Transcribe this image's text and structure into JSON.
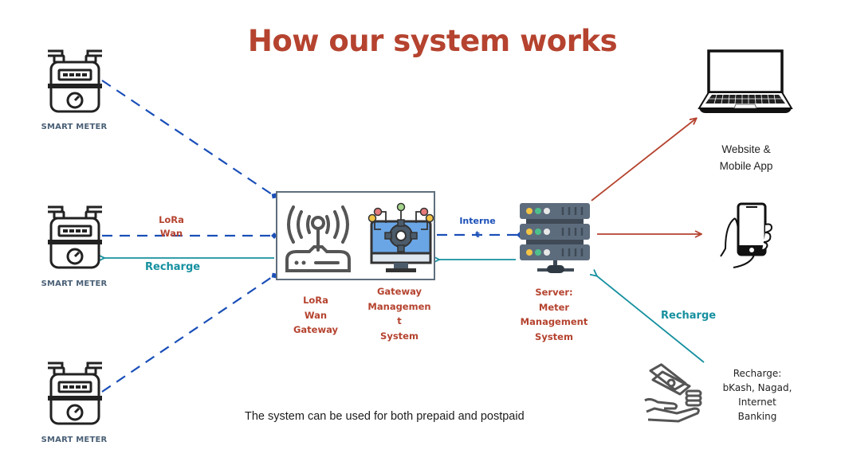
{
  "title": "How our system works",
  "meters": [
    {
      "label": "SMART METER",
      "icon": "gas-meter-icon"
    },
    {
      "label": "SMART METER",
      "icon": "gas-meter-icon"
    },
    {
      "label": "SMART METER",
      "icon": "gas-meter-icon"
    }
  ],
  "links": {
    "lora_wan": "LoRa Wan",
    "lora_wan_lines": [
      "LoRa",
      "Wan"
    ],
    "recharge_left": "Recharge",
    "internet_lines": [
      "Interne",
      "t"
    ],
    "recharge_right": "Recharge"
  },
  "gateway": {
    "router_icon": "wireless-router-icon",
    "mgmt_icon": "gear-monitor-icon",
    "lora_gateway_lines": [
      "LoRa",
      "Wan",
      "Gateway"
    ],
    "mgmt_lines": [
      "Gateway",
      "Managemen",
      "t",
      "System"
    ]
  },
  "server": {
    "icon": "server-rack-icon",
    "label_lines": [
      "Server:",
      "Meter",
      "Management",
      "System"
    ]
  },
  "clients": {
    "laptop_icon": "laptop-icon",
    "phone_icon": "smartphone-hand-icon",
    "app_label_lines": [
      "Website &",
      "Mobile App"
    ]
  },
  "payment": {
    "icon": "money-hand-icon",
    "label_lines": [
      "Recharge:",
      "bKash, Nagad,",
      "Internet",
      "Banking"
    ]
  },
  "footer_note": "The system can be used for both prepaid and postpaid",
  "colors": {
    "title": "#b5432f",
    "lora_dashed": "#1a4fb8",
    "recharge": "#16909f",
    "server_out": "#b5432f",
    "meter_label": "#4a6076"
  }
}
